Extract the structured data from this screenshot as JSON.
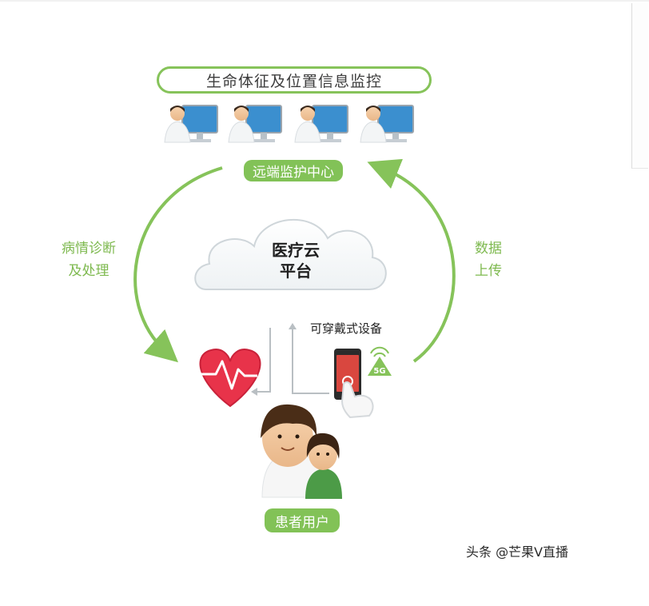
{
  "title": "生命体征及位置信息监控",
  "monitoring_center": "远端监护中心",
  "left_flow": [
    "病情诊断",
    "及处理"
  ],
  "right_flow": [
    "数据",
    "上传"
  ],
  "cloud": [
    "医疗云",
    "平台"
  ],
  "wearable_label": "可穿戴式设备",
  "network_badge": "5G",
  "patient_label": "患者用户",
  "watermark": "头条 @芒果V直播",
  "colors": {
    "accent": "#82c257",
    "label": "#7eb94f",
    "heart": "#e8334a",
    "phone": "#d9473f"
  },
  "icons": [
    "doctor-computer-icon",
    "cloud-icon",
    "heart-icon",
    "phone-icon",
    "signal-icon",
    "hand-icon",
    "family-icon"
  ]
}
